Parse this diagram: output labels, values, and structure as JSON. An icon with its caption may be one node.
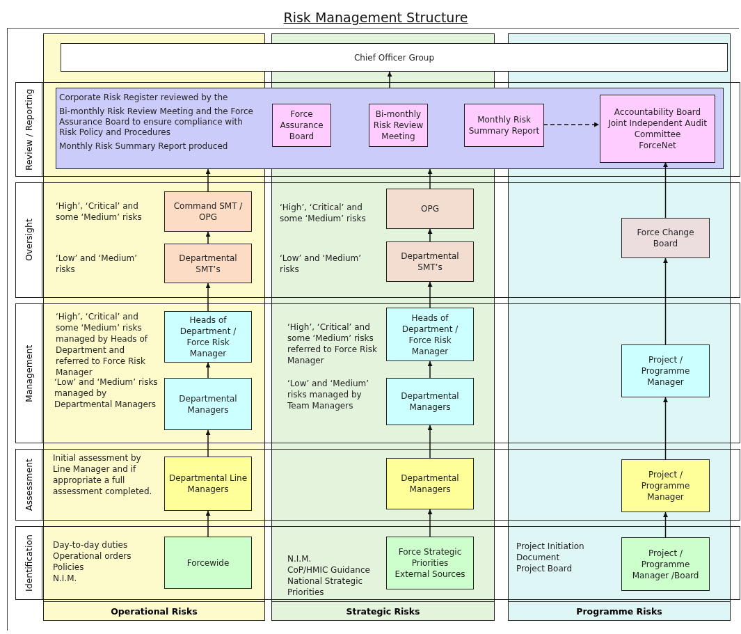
{
  "diagram": {
    "title": "Risk Management Structure",
    "nodes": [
      {
        "text": [
          "Chief Officer Group"
        ]
      },
      {
        "text": [
          "Corporate Risk Register reviewed by the",
          "Bi-monthly Risk Review Meeting and the Force Assurance Board to ensure compliance with Risk Policy and Procedures",
          "Monthly Risk Summary Report produced"
        ]
      },
      {
        "text": [
          "Force Assurance Board"
        ],
        "in": 1
      },
      {
        "text": [
          "Bi-monthly Risk Review Meeting"
        ],
        "in": 1
      },
      {
        "text": [
          "Monthly Risk Summary Report"
        ],
        "in": 1
      },
      {
        "text": [
          "Accountability Board",
          "Joint Independent Audit Committee",
          "ForceNet"
        ],
        "in": 1
      },
      {
        "text": [
          "Command SMT / OPG"
        ],
        "beside": [
          "‘High’, ‘Critical’ and some ‘Medium’ risks"
        ]
      },
      {
        "text": [
          "Departmental SMT’s"
        ],
        "beside": [
          "‘Low’ and ‘Medium’ risks"
        ]
      },
      {
        "text": [
          "Heads of Department / Force Risk Manager"
        ],
        "beside": [
          "‘High’, ‘Critical’ and some ‘Medium’ risks managed by Heads of Department and referred to Force Risk Manager"
        ]
      },
      {
        "text": [
          "Departmental Managers"
        ],
        "beside": [
          "‘Low’ and ‘Medium’ risks managed by Departmental Managers"
        ]
      },
      {
        "text": [
          "Departmental Line Managers"
        ],
        "beside": [
          "Initial assessment by Line Manager and if appropriate a full assessment completed."
        ]
      },
      {
        "text": [
          "Forcewide"
        ],
        "beside": [
          "Day-to-day duties",
          "Operational orders",
          "Policies",
          "N.I.M."
        ]
      },
      {
        "text": [
          "OPG"
        ],
        "beside": [
          "‘High’, ‘Critical’ and some ‘Medium’ risks"
        ]
      },
      {
        "text": [
          "Departmental SMT’s"
        ],
        "beside": [
          "‘Low’ and ‘Medium’ risks"
        ]
      },
      {
        "text": [
          "Heads of Department / Force Risk Manager"
        ],
        "beside": [
          "‘High’, ‘Critical’ and some ‘Medium’ risks referred to Force Risk Manager"
        ]
      },
      {
        "text": [
          "Departmental Managers"
        ],
        "beside": [
          "‘Low’ and ‘Medium’ risks managed by Team Managers"
        ]
      },
      {
        "text": [
          "Departmental Managers"
        ]
      },
      {
        "text": [
          "Force Strategic Priorities",
          "External Sources"
        ],
        "beside": [
          "N.I.M.",
          "CoP/HMIC Guidance",
          "National Strategic Priorities"
        ]
      },
      {
        "text": [
          "Force Change Board"
        ]
      },
      {
        "text": [
          "Project / Programme Manager"
        ]
      },
      {
        "text": [
          "Project / Programme Manager"
        ]
      },
      {
        "text": [
          "Project / Programme Manager /Board"
        ],
        "beside": [
          "Project Initiation Document",
          "Project Board"
        ]
      }
    ],
    "edges": [
      {
        "from": 11,
        "to": 10,
        "arrow": "to"
      },
      {
        "from": 10,
        "to": 9,
        "arrow": "to"
      },
      {
        "from": 9,
        "to": 8,
        "arrow": "to"
      },
      {
        "from": 8,
        "to": 7,
        "arrow": "to"
      },
      {
        "from": 7,
        "to": 6,
        "arrow": "to"
      },
      {
        "from": 6,
        "to": 1,
        "arrow": "to"
      },
      {
        "from": 17,
        "to": 16,
        "arrow": "to"
      },
      {
        "from": 16,
        "to": 15,
        "arrow": "to"
      },
      {
        "from": 15,
        "to": 14,
        "arrow": "to"
      },
      {
        "from": 14,
        "to": 13,
        "arrow": "to"
      },
      {
        "from": 13,
        "to": 12,
        "arrow": "to"
      },
      {
        "from": 12,
        "to": 1,
        "arrow": "to"
      },
      {
        "from": 21,
        "to": 20,
        "arrow": "to"
      },
      {
        "from": 20,
        "to": 19,
        "arrow": "to"
      },
      {
        "from": 19,
        "to": 18,
        "arrow": "to"
      },
      {
        "from": 18,
        "to": 5,
        "arrow": "to"
      },
      {
        "from": 4,
        "to": 5,
        "arrow": "to",
        "style": "dashed"
      },
      {
        "from": 1,
        "to": 0,
        "arrow": "to"
      }
    ],
    "labels": [
      "Review / Reporting",
      "Oversight",
      "Management",
      "Assessment",
      "Identification",
      "Operational Risks",
      "Strategic Risks",
      "Programme Risks"
    ]
  }
}
